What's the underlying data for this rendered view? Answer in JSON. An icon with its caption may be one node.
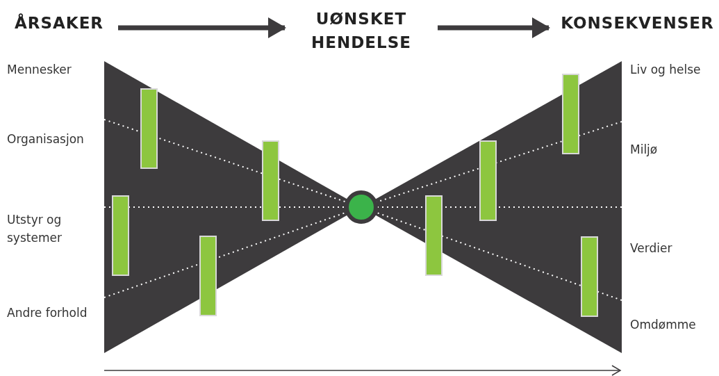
{
  "diagram": {
    "nodes": [
      {
        "text": [
          "ÅRSAKER"
        ]
      },
      {
        "text": [
          "UØNSKET HENDELSE"
        ]
      },
      {
        "text": [
          "KONSEKVENSER"
        ]
      },
      {
        "text": [],
        "shape": "circle"
      },
      {
        "text": [],
        "shape": "bar"
      },
      {
        "text": [],
        "shape": "bar"
      },
      {
        "text": [],
        "shape": "bar"
      },
      {
        "text": [],
        "shape": "bar"
      },
      {
        "text": [],
        "shape": "bar"
      },
      {
        "text": [],
        "shape": "bar"
      },
      {
        "text": [],
        "shape": "bar"
      },
      {
        "text": [],
        "shape": "bar"
      }
    ],
    "edges": [
      {
        "from": 0,
        "to": 1,
        "arrow": "to"
      },
      {
        "from": 1,
        "to": 2,
        "arrow": "to"
      }
    ],
    "labels": [
      "Mennesker",
      "Liv og helse",
      "Organisasjon",
      "Miljø",
      "Utstyr og systemer",
      "Verdier",
      "Andre forhold",
      "Omdømme"
    ]
  }
}
